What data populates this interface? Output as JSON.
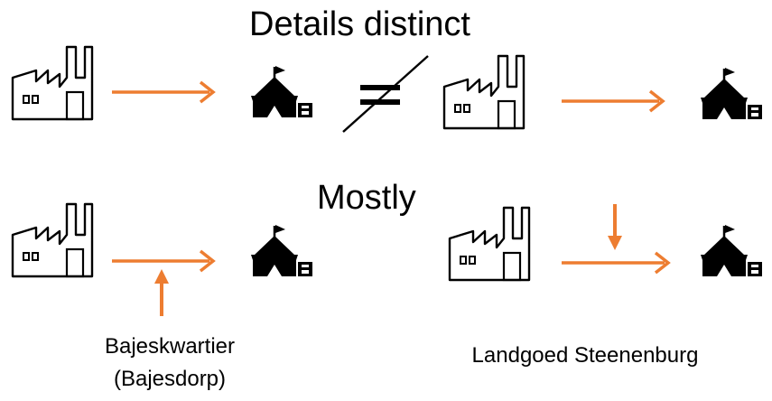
{
  "headings": {
    "top": "Details distinct",
    "middle": "Mostly"
  },
  "captions": {
    "left_line1": "Bajeskwartier",
    "left_line2": "(Bajesdorp)",
    "right": "Landgoed Steenenburg"
  },
  "symbols": {
    "not_equal": "≠"
  },
  "icons": {
    "source": "factory-icon",
    "destination": "circus-tent-icon"
  },
  "colors": {
    "arrow": "#ED7D31",
    "icon": "#000000"
  }
}
